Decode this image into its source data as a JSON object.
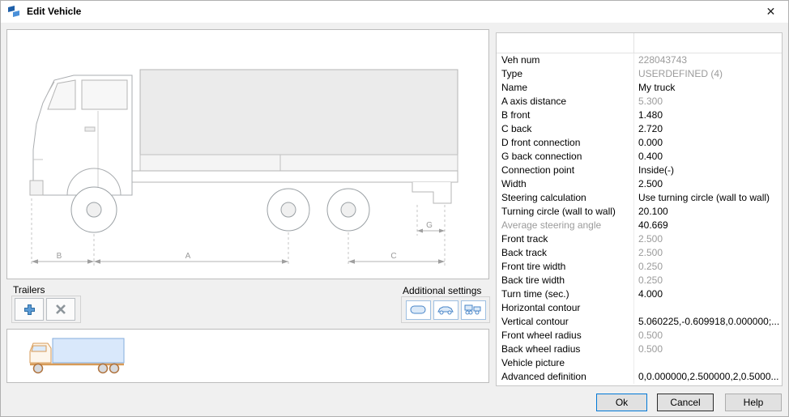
{
  "window": {
    "title": "Edit Vehicle",
    "close_glyph": "✕"
  },
  "drawing": {
    "dim_a": "A",
    "dim_b": "B",
    "dim_c": "C",
    "dim_g": "G"
  },
  "trailers": {
    "label": "Trailers"
  },
  "additional_settings": {
    "label": "Additional settings"
  },
  "properties": {
    "rows": [
      {
        "label": "Veh num",
        "value": "228043743",
        "label_muted": false,
        "value_muted": true
      },
      {
        "label": "Type",
        "value": "USERDEFINED (4)",
        "label_muted": false,
        "value_muted": true
      },
      {
        "label": "Name",
        "value": "My truck",
        "label_muted": false,
        "value_muted": false
      },
      {
        "label": "A axis distance",
        "value": "5.300",
        "label_muted": false,
        "value_muted": true
      },
      {
        "label": "B front",
        "value": "1.480",
        "label_muted": false,
        "value_muted": false
      },
      {
        "label": "C back",
        "value": "2.720",
        "label_muted": false,
        "value_muted": false
      },
      {
        "label": "D front connection",
        "value": "0.000",
        "label_muted": false,
        "value_muted": false
      },
      {
        "label": "G back connection",
        "value": "0.400",
        "label_muted": false,
        "value_muted": false
      },
      {
        "label": "Connection point",
        "value": "Inside(-)",
        "label_muted": false,
        "value_muted": false
      },
      {
        "label": "Width",
        "value": "2.500",
        "label_muted": false,
        "value_muted": false
      },
      {
        "label": "Steering calculation",
        "value": "Use turning circle (wall to wall)",
        "label_muted": false,
        "value_muted": false
      },
      {
        "label": "Turning circle (wall to wall)",
        "value": "20.100",
        "label_muted": false,
        "value_muted": false
      },
      {
        "label": "Average steering angle",
        "value": "40.669",
        "label_muted": true,
        "value_muted": false
      },
      {
        "label": "Front track",
        "value": "2.500",
        "label_muted": false,
        "value_muted": true
      },
      {
        "label": "Back track",
        "value": "2.500",
        "label_muted": false,
        "value_muted": true
      },
      {
        "label": "Front tire width",
        "value": "0.250",
        "label_muted": false,
        "value_muted": true
      },
      {
        "label": "Back tire width",
        "value": "0.250",
        "label_muted": false,
        "value_muted": true
      },
      {
        "label": "Turn time (sec.)",
        "value": "4.000",
        "label_muted": false,
        "value_muted": false
      },
      {
        "label": "Horizontal contour",
        "value": "",
        "label_muted": false,
        "value_muted": false
      },
      {
        "label": "Vertical contour",
        "value": "5.060225,-0.609918,0.000000;...",
        "label_muted": false,
        "value_muted": false
      },
      {
        "label": "Front wheel radius",
        "value": "0.500",
        "label_muted": false,
        "value_muted": true
      },
      {
        "label": "Back wheel radius",
        "value": "0.500",
        "label_muted": false,
        "value_muted": true
      },
      {
        "label": "Vehicle picture",
        "value": "",
        "label_muted": false,
        "value_muted": false
      },
      {
        "label": "Advanced definition",
        "value": "0,0.000000,2.500000,2,0.5000...",
        "label_muted": false,
        "value_muted": false
      }
    ]
  },
  "footer": {
    "ok": "Ok",
    "cancel": "Cancel",
    "help": "Help"
  },
  "colors": {
    "accent": "#0078d7"
  }
}
